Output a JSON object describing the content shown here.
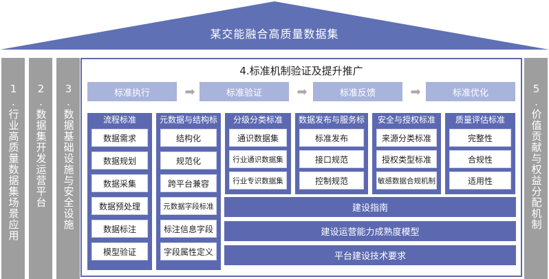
{
  "roof": {
    "title": "某交能融合高质量数据集",
    "color": "#6070b4"
  },
  "pillars": {
    "p1": "1.行业高质量数据集场景应用",
    "p2": "2.数据集开发运营平台",
    "p3": "3.数据基础设施与安全设施",
    "p5": "5.价值贡献与权益分配机制"
  },
  "main": {
    "title": "4.标准机制验证及提升推广",
    "steps": [
      "标准执行",
      "标准验证",
      "标准反馈",
      "标准优化"
    ],
    "columns": [
      {
        "title": "流程标准",
        "items": [
          "数据需求",
          "数据规划",
          "数据采集",
          "数据预处理",
          "数据标注",
          "模型验证"
        ]
      },
      {
        "title": "元数据与结构标准",
        "items": [
          "结构化",
          "规范化",
          "跨平台兼容",
          "元数据字段标准",
          "标注信息字段",
          "字段属性定义"
        ]
      },
      {
        "title": "分级分类标准",
        "items": [
          "通识数据集",
          "行业通识数据集",
          "行业专识数据集"
        ]
      },
      {
        "title": "数据发布与服务标准",
        "items": [
          "标准发布",
          "接口规范",
          "控制规范"
        ]
      },
      {
        "title": "安全与授权标准",
        "items": [
          "来源分类标准",
          "授权类型标准",
          "敏感数据合规机制"
        ]
      },
      {
        "title": "质量评估标准",
        "items": [
          "完整性",
          "合规性",
          "适用性"
        ]
      }
    ],
    "bands": [
      "建设指南",
      "建设运营能力成熟度模型",
      "平台建设技术要求"
    ]
  }
}
